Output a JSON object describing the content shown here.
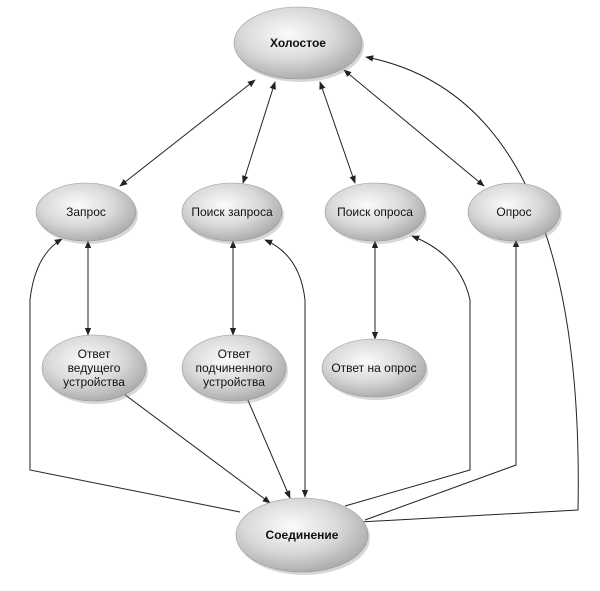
{
  "diagram": {
    "nodes": {
      "idle": {
        "lines": [
          "Холостое"
        ],
        "bold": true
      },
      "inquiry": {
        "lines": [
          "Запрос"
        ],
        "bold": false
      },
      "inquiry_scan": {
        "lines": [
          "Поиск запроса"
        ],
        "bold": false
      },
      "page_scan": {
        "lines": [
          "Поиск опроса"
        ],
        "bold": false
      },
      "page": {
        "lines": [
          "Опрос"
        ],
        "bold": false
      },
      "master_response": {
        "lines": [
          "Ответ",
          "ведущего",
          "устройства"
        ],
        "bold": false
      },
      "slave_response": {
        "lines": [
          "Ответ",
          "подчиненного",
          "устройства"
        ],
        "bold": false
      },
      "page_response": {
        "lines": [
          "Ответ на опрос"
        ],
        "bold": false
      },
      "connection": {
        "lines": [
          "Соединение"
        ],
        "bold": true
      }
    },
    "edges": [
      {
        "from": "idle",
        "to": "inquiry",
        "direction": "both"
      },
      {
        "from": "idle",
        "to": "inquiry_scan",
        "direction": "both"
      },
      {
        "from": "idle",
        "to": "page_scan",
        "direction": "both"
      },
      {
        "from": "idle",
        "to": "page",
        "direction": "both"
      },
      {
        "from": "connection",
        "to": "idle",
        "direction": "forward"
      },
      {
        "from": "inquiry",
        "to": "master_response",
        "direction": "both"
      },
      {
        "from": "inquiry_scan",
        "to": "slave_response",
        "direction": "both"
      },
      {
        "from": "page_scan",
        "to": "page_response",
        "direction": "both"
      },
      {
        "from": "connection",
        "to": "inquiry",
        "direction": "forward"
      },
      {
        "from": "inquiry_scan",
        "to": "connection",
        "direction": "both"
      },
      {
        "from": "connection",
        "to": "page_scan",
        "direction": "forward"
      },
      {
        "from": "connection",
        "to": "page",
        "direction": "forward"
      },
      {
        "from": "master_response",
        "to": "connection",
        "direction": "forward"
      },
      {
        "from": "slave_response",
        "to": "connection",
        "direction": "forward"
      }
    ]
  }
}
